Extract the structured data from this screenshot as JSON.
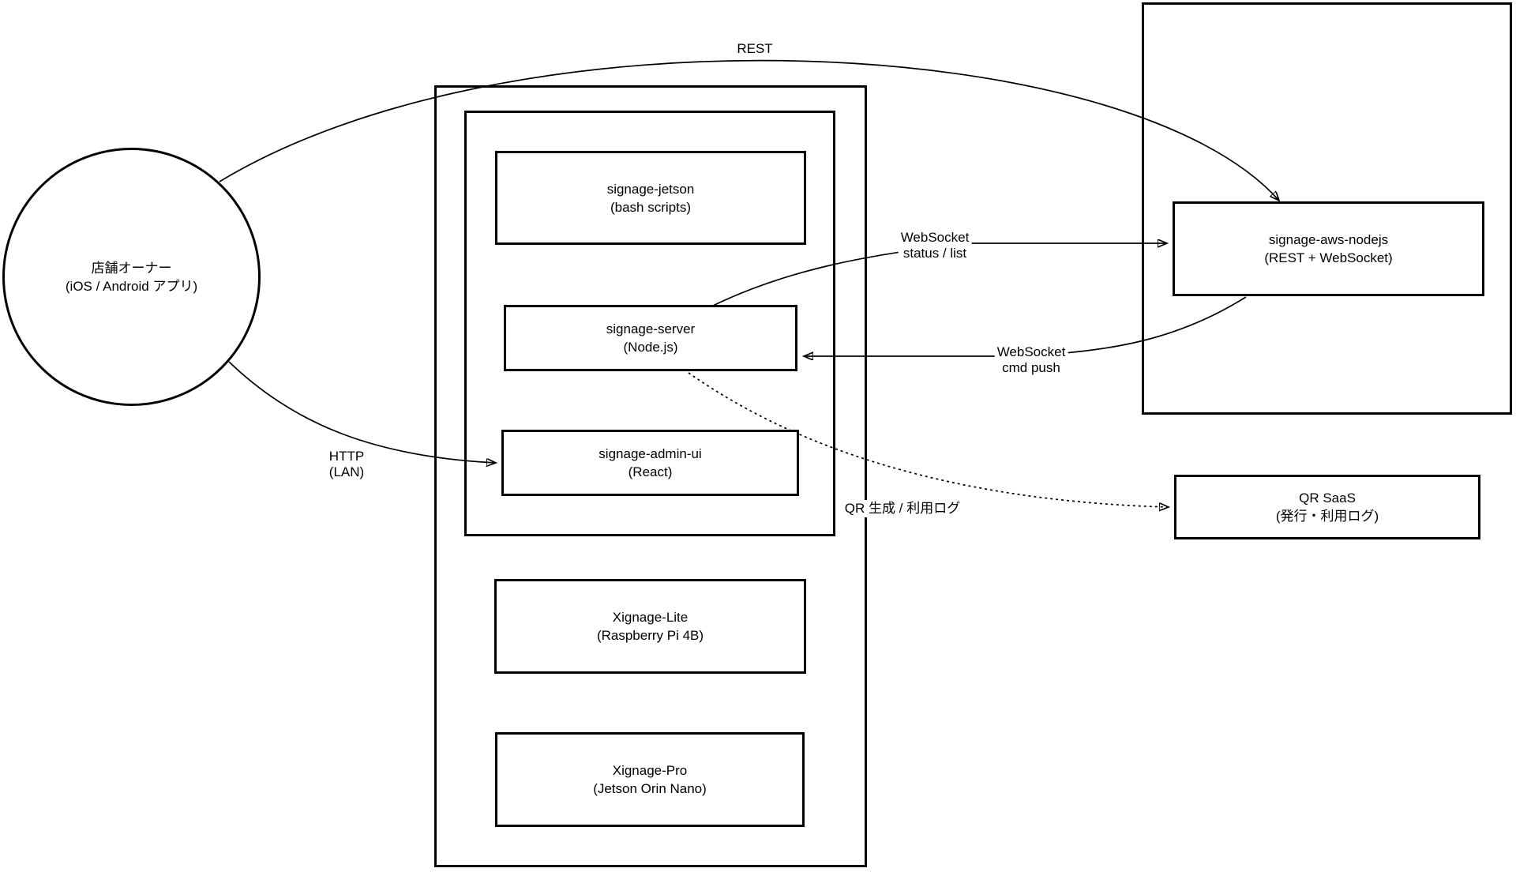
{
  "diagram": {
    "background": "#ffffff",
    "stroke_color": "#000000",
    "actor": {
      "title": "店舗オーナー",
      "subtitle": "(iOS / Android アプリ)"
    },
    "nodes": {
      "signage_jetson": {
        "title": "signage-jetson",
        "subtitle": "(bash scripts)"
      },
      "signage_server": {
        "title": "signage-server",
        "subtitle": "(Node.js)"
      },
      "signage_admin_ui": {
        "title": "signage-admin-ui",
        "subtitle": "(React)"
      },
      "xignage_lite": {
        "title": "Xignage-Lite",
        "subtitle": "(Raspberry Pi 4B)"
      },
      "xignage_pro": {
        "title": "Xignage-Pro",
        "subtitle": "(Jetson Orin Nano)"
      },
      "signage_aws_nodejs": {
        "title": "signage-aws-nodejs",
        "subtitle": "(REST + WebSocket)"
      },
      "qr_saas": {
        "title": "QR SaaS",
        "subtitle": "(発行・利用ログ)"
      }
    },
    "edge_labels": {
      "rest": "REST",
      "http": {
        "line1": "HTTP",
        "line2": "(LAN)"
      },
      "ws_status": {
        "line1": "WebSocket",
        "line2": "status / list"
      },
      "ws_cmd": {
        "line1": "WebSocket",
        "line2": "cmd push"
      },
      "qr_log": "QR 生成 / 利用ログ"
    }
  }
}
